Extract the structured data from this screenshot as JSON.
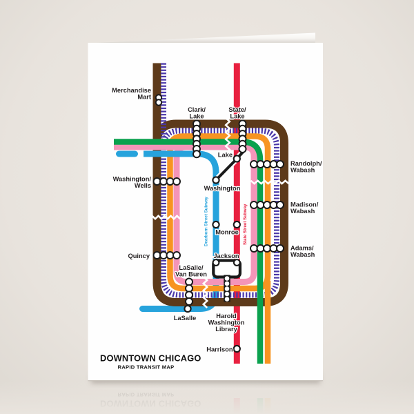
{
  "product": {
    "kind": "greeting-card-mockup"
  },
  "card": {
    "title": "DOWNTOWN CHICAGO",
    "subtitle": "RAPID TRANSIT MAP"
  },
  "map": {
    "labels": {
      "merchandise_mart": [
        "Merchandise",
        "Mart"
      ],
      "clark_lake": [
        "Clark/",
        "Lake"
      ],
      "state_lake": [
        "State/",
        "Lake"
      ],
      "randolph_wabash": [
        "Randolph/",
        "Wabash"
      ],
      "washington_wells": [
        "Washington/",
        "Wells"
      ],
      "madison_wabash": [
        "Madison/",
        "Wabash"
      ],
      "adams_wabash": [
        "Adams/",
        "Wabash"
      ],
      "quincy": [
        "Quincy"
      ],
      "lake": [
        "Lake"
      ],
      "washington": [
        "Washington"
      ],
      "monroe": [
        "Monroe"
      ],
      "jackson": [
        "Jackson"
      ],
      "lasalle_van_buren": [
        "LaSalle/",
        "Van Buren"
      ],
      "lasalle": [
        "LaSalle"
      ],
      "harold_washington_library": [
        "Harold",
        "Washington",
        "Library"
      ],
      "harrison": [
        "Harrison"
      ]
    },
    "subway_labels": {
      "dearborn": "Dearborn Street Subway",
      "state": "State Street Subway"
    },
    "colors": {
      "brown": "#5d3a1a",
      "purple": "#4936a8",
      "orange": "#f79421",
      "green": "#0aa14e",
      "pink": "#f495b9",
      "blue": "#27a3dc",
      "red": "#e8203f",
      "black": "#1a1a1a",
      "card_white": "#fefefe",
      "background": "#e9e4de"
    }
  }
}
